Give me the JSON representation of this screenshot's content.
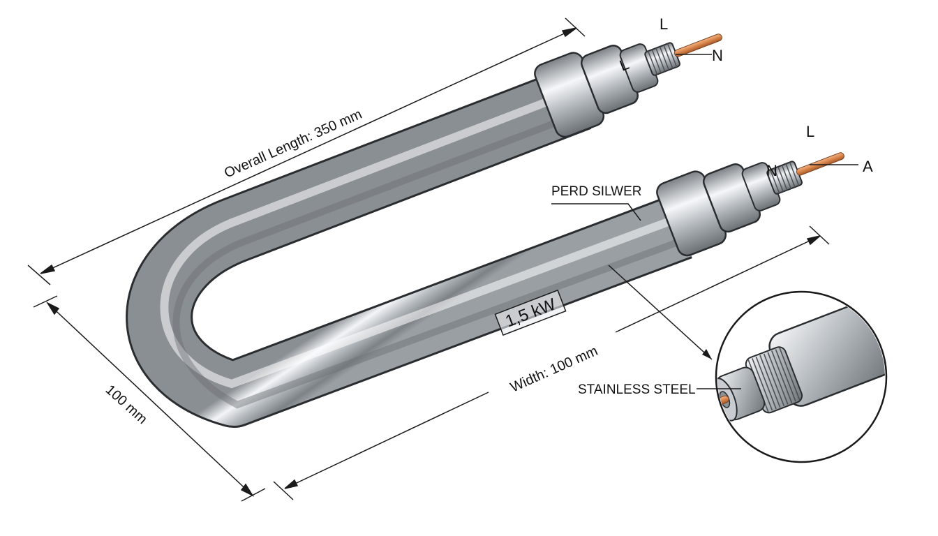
{
  "labels": {
    "overall_length": "Overall Length: 350 mm",
    "width": "Width: 100 mm",
    "depth": "100 mm",
    "power": "1,5 kW",
    "sheath_material": "PERD SILWER",
    "core_material": "STAINLESS STEEL",
    "upper_terminal_top": "L",
    "upper_terminal_right": "N",
    "upper_terminal_body": "L",
    "lower_terminal_top": "L",
    "lower_terminal_right": "A",
    "lower_terminal_body": "N"
  },
  "colors": {
    "metal_dark": "#6e7378",
    "metal_mid": "#b4b9be",
    "metal_light": "#f2f4f6",
    "copper": "#d9844a",
    "line": "#1a1a1a"
  }
}
